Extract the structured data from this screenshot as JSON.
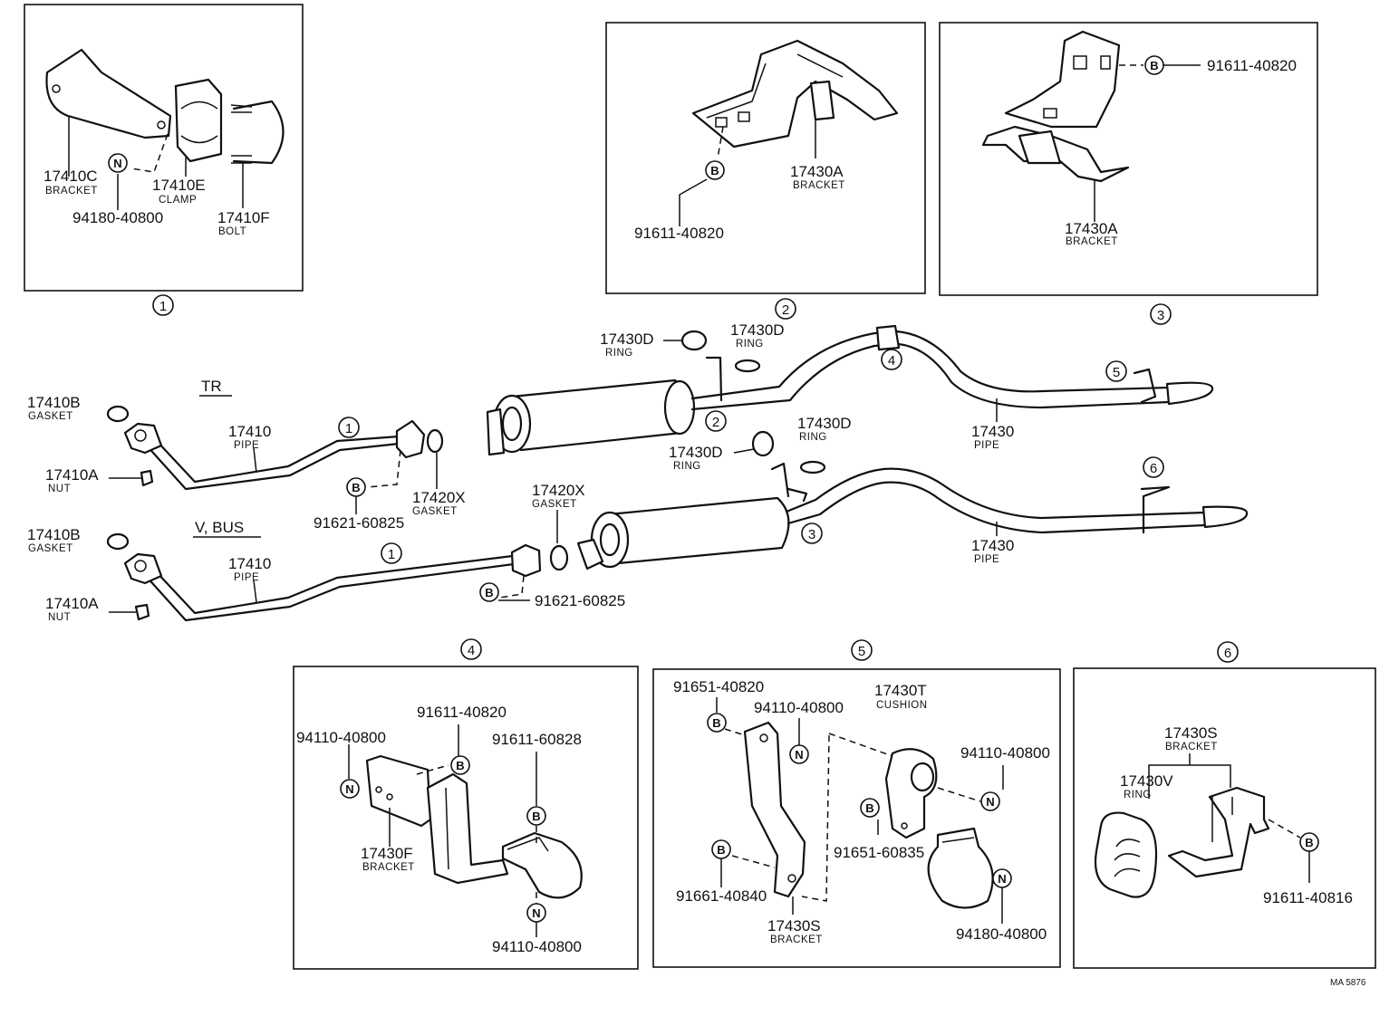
{
  "groups": {
    "tr": "TR",
    "vbus": "V, BUS"
  },
  "callouts": {
    "c1": "1",
    "c2": "2",
    "c3": "3",
    "c4": "4",
    "c5": "5",
    "c6": "6"
  },
  "symbols": {
    "bolt": "B",
    "nut": "N"
  },
  "labels": {
    "p17410C": "17410C",
    "bracket": "BRACKET",
    "p17410E": "17410E",
    "clamp": "CLAMP",
    "p17410F": "17410F",
    "bolt": "BOLT",
    "p94180_40800": "94180-40800",
    "p17430A": "17430A",
    "p91611_40820": "91611-40820",
    "p17430D": "17430D",
    "ring": "RING",
    "p17410B": "17410B",
    "gasket": "GASKET",
    "p17410": "17410",
    "pipe": "PIPE",
    "p17410A": "17410A",
    "nut": "NUT",
    "p17420X": "17420X",
    "p91621_60825": "91621-60825",
    "p17430": "17430",
    "p94110_40800": "94110-40800",
    "p91611_60828": "91611-60828",
    "p17430F": "17430F",
    "p91651_40820": "91651-40820",
    "p17430T": "17430T",
    "cushion": "CUSHION",
    "p91651_60835": "91651-60835",
    "p91661_40840": "91661-40840",
    "p17430S": "17430S",
    "p17430V": "17430V",
    "p91611_40816": "91611-40816"
  },
  "footer": {
    "code": "MA  5876"
  }
}
